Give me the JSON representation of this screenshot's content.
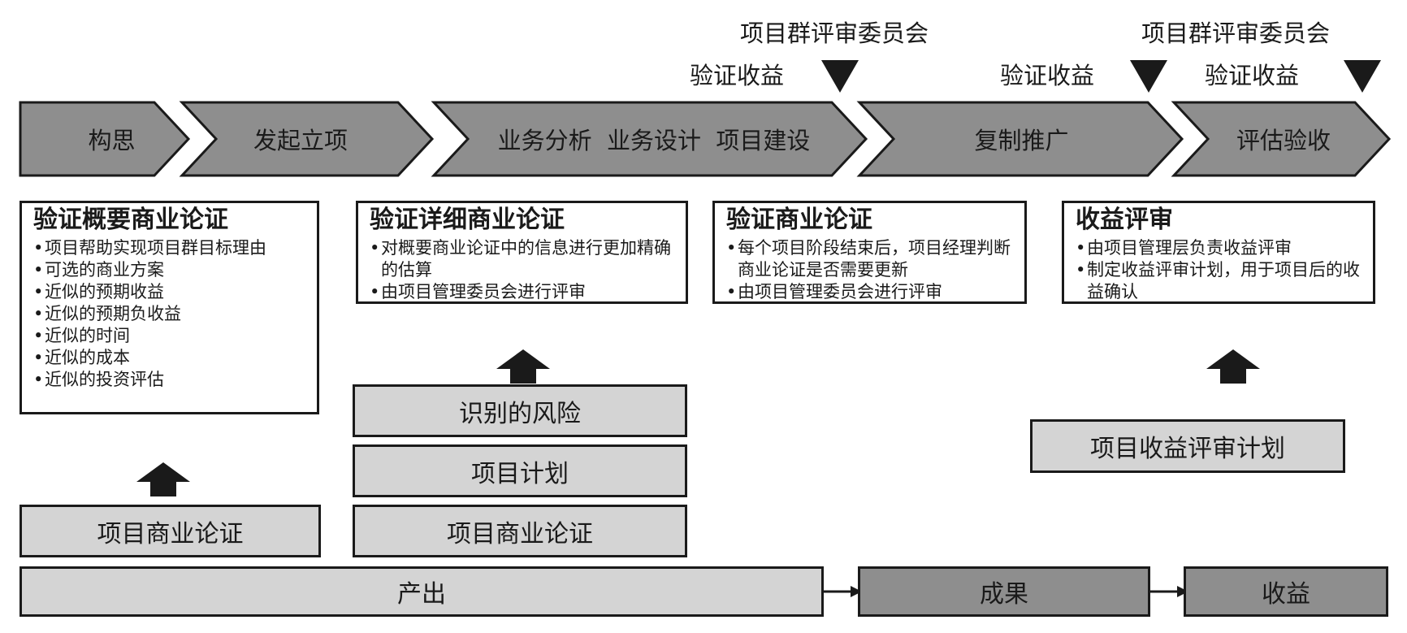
{
  "header": {
    "committee_label": "项目群评审委员会",
    "validate_label": "验证收益"
  },
  "stages": [
    {
      "label": "构思"
    },
    {
      "label": "发起立项"
    },
    {
      "label": "业务分析  业务设计  项目建设"
    },
    {
      "label": "复制推广"
    },
    {
      "label": "评估验收"
    }
  ],
  "business_cases": [
    {
      "title": "验证概要商业论证",
      "items": [
        "项目帮助实现项目群目标理由",
        "可选的商业方案",
        "近似的预期收益",
        "近似的预期负收益",
        "近似的时间",
        "近似的成本",
        "近似的投资评估"
      ]
    },
    {
      "title": "验证详细商业论证",
      "items": [
        "对概要商业论证中的信息进行更加精确的估算",
        "由项目管理委员会进行评审"
      ]
    },
    {
      "title": "验证商业论证",
      "items": [
        "每个项目阶段结束后，项目经理判断商业论证是否需要更新",
        "由项目管理委员会进行评审"
      ]
    },
    {
      "title": "收益评审",
      "items": [
        "由项目管理层负责收益评审",
        "制定收益评审计划，用于项目后的收益确认"
      ]
    }
  ],
  "documents": {
    "col1": [
      "项目商业论证"
    ],
    "col2": [
      "识别的风险",
      "项目计划",
      "项目商业论证"
    ],
    "col4": [
      "项目收益评审计划"
    ]
  },
  "bottom": {
    "output": "产出",
    "outcome": "成果",
    "benefit": "收益"
  },
  "colors": {
    "stage_fill": "#8e8e8e",
    "doc_fill": "#d4d4d4",
    "dark_box": "#8e8e8e",
    "ink": "#1a1a1a"
  }
}
